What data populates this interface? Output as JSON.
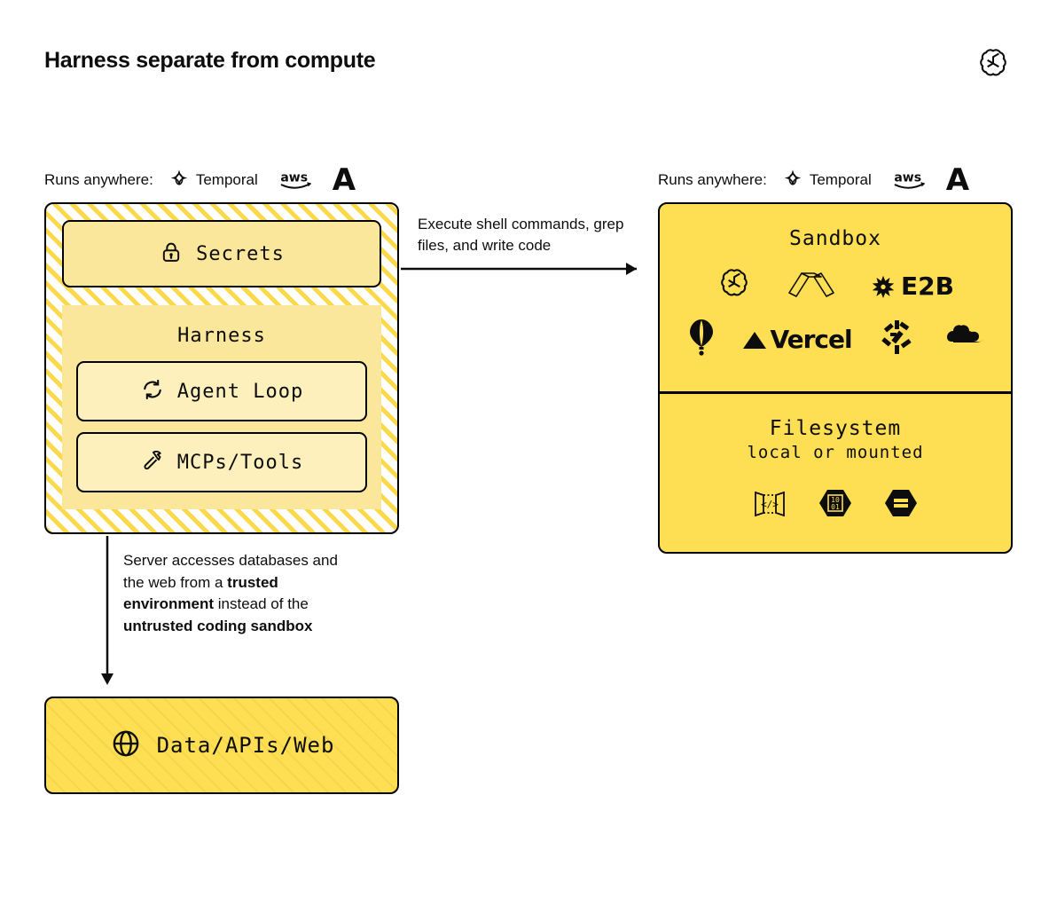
{
  "page": {
    "title": "Harness separate from compute",
    "logo": "openai-logo"
  },
  "runs_anywhere": {
    "label": "Runs anywhere:",
    "brands": [
      {
        "name": "Temporal",
        "icon": "temporal-icon"
      },
      {
        "name": "aws",
        "icon": "aws-logo"
      },
      {
        "name": "A",
        "icon": "anthropic-a-logo"
      }
    ]
  },
  "left": {
    "secrets": {
      "label": "Secrets",
      "icon": "lock-icon"
    },
    "harness": {
      "title": "Harness",
      "items": [
        {
          "label": "Agent Loop",
          "icon": "loop-icon"
        },
        {
          "label": "MCPs/Tools",
          "icon": "hammer-icon"
        }
      ]
    }
  },
  "right": {
    "sandbox": {
      "title": "Sandbox",
      "providers_row1": [
        "openai-logo",
        "modal-logo",
        "e2b-logo"
      ],
      "providers_row2": [
        "flyio-logo",
        "vercel-logo",
        "daytona-logo",
        "cloudflare-logo"
      ],
      "e2b_label": "E2B",
      "vercel_label": "Vercel"
    },
    "filesystem": {
      "title": "Filesystem",
      "subtitle": "local or mounted",
      "icons": [
        "code-doors-icon",
        "binary-hex-icon",
        "storage-hex-icon"
      ]
    }
  },
  "annotations": {
    "execute": "Execute shell commands, grep files, and write code",
    "server_access": {
      "part1": "Server accesses databases and the web from a ",
      "bold1": "trusted environment",
      "part2": " instead of the ",
      "bold2": "untrusted coding sandbox"
    }
  },
  "data_box": {
    "label": "Data/APIs/Web",
    "icon": "globe-icon"
  },
  "colors": {
    "accent": "#FEDE52",
    "stripe": "#FBD94B",
    "card": "#FBE79B",
    "subcard": "#FDF0BC",
    "ink": "#0d0d0d"
  }
}
